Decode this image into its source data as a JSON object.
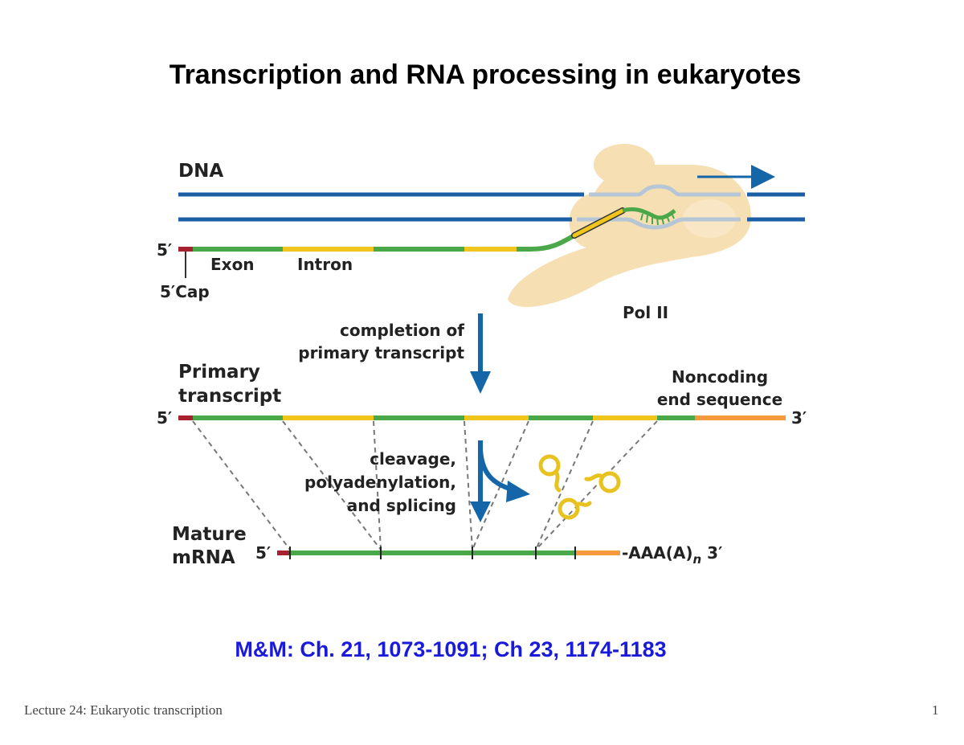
{
  "slide": {
    "title": "Transcription and RNA processing in eukaryotes",
    "reference": "M&M: Ch. 21, 1073-1091; Ch 23, 1174-1183",
    "footer_left": "Lecture 24: Eukaryotic transcription",
    "page_number": "1"
  },
  "diagram": {
    "dna_label": "DNA",
    "five_prime": "5′",
    "three_prime": "3′",
    "exon_label": "Exon",
    "intron_label": "Intron",
    "cap_label": "5′Cap",
    "pol_label": "Pol II",
    "step1": [
      "completion of",
      "primary transcript"
    ],
    "primary_label": [
      "Primary",
      "transcript"
    ],
    "noncoding_label": [
      "Noncoding",
      "end sequence"
    ],
    "step2": [
      "cleavage,",
      "polyadenylation,",
      "and splicing"
    ],
    "mature_label": [
      "Mature",
      "mRNA"
    ],
    "polya_prefix": "-AAA(A)",
    "polya_subscript": "n",
    "colors": {
      "dna": "#1a5fa6",
      "dna_open": "#b5c7d6",
      "exon": "#4aa84a",
      "intron": "#f0c51e",
      "cap": "#a5222e",
      "noncoding": "#f29a3d",
      "polymerase": "#f6dfb2",
      "arrow": "#1566a8",
      "lariat": "#e8c21e"
    }
  }
}
